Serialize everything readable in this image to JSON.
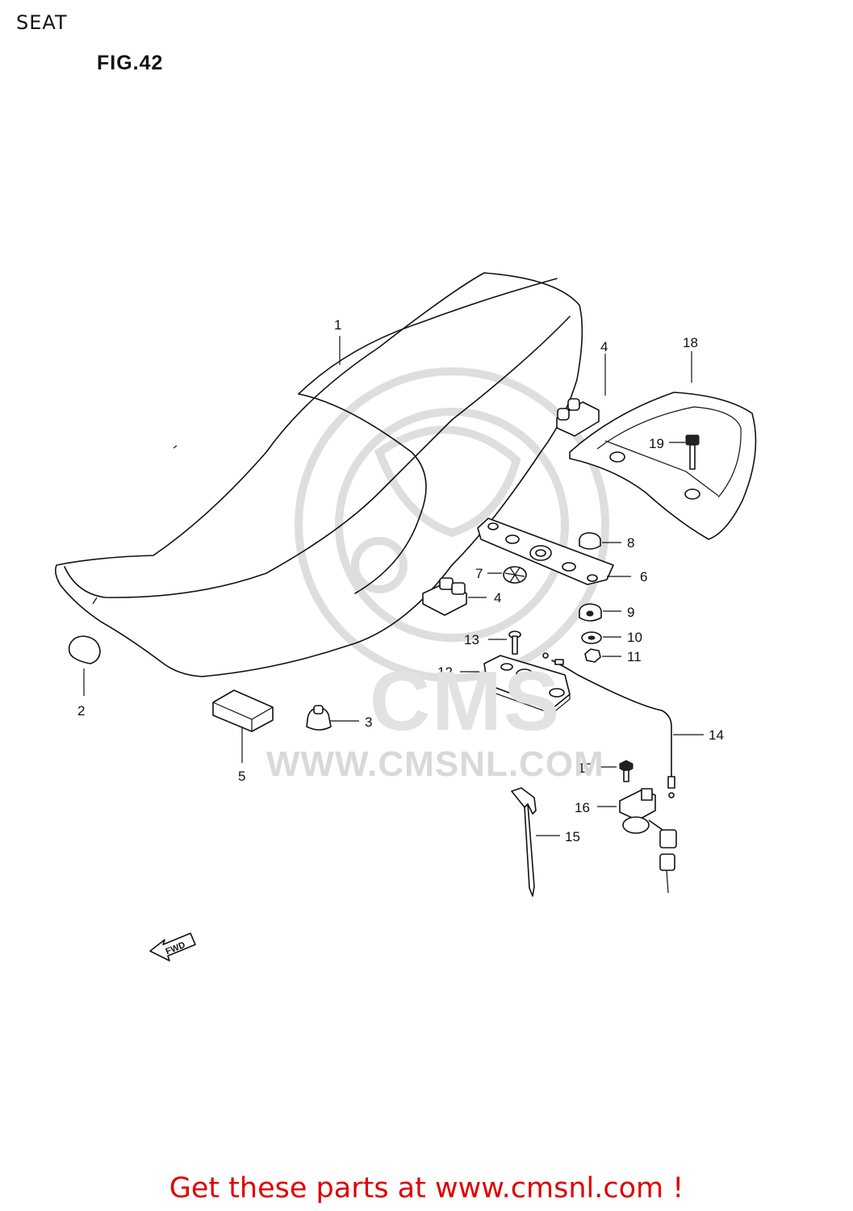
{
  "page": {
    "section_title": "SEAT",
    "figure_label": "FIG.42",
    "watermark_brand": "CMS",
    "watermark_url": "WWW.CMSNL.COM",
    "footer_text": "Get these parts at www.cmsnl.com !",
    "footer_color": "#e00000"
  },
  "direction_arrow": {
    "label": "FWD"
  },
  "callouts": [
    {
      "id": "1",
      "text": "1"
    },
    {
      "id": "2",
      "text": "2"
    },
    {
      "id": "3",
      "text": "3"
    },
    {
      "id": "4a",
      "text": "4"
    },
    {
      "id": "4b",
      "text": "4"
    },
    {
      "id": "5",
      "text": "5"
    },
    {
      "id": "6",
      "text": "6"
    },
    {
      "id": "7",
      "text": "7"
    },
    {
      "id": "8",
      "text": "8"
    },
    {
      "id": "9",
      "text": "9"
    },
    {
      "id": "10",
      "text": "10"
    },
    {
      "id": "11",
      "text": "11"
    },
    {
      "id": "12",
      "text": "12"
    },
    {
      "id": "13",
      "text": "13"
    },
    {
      "id": "14",
      "text": "14"
    },
    {
      "id": "15",
      "text": "15"
    },
    {
      "id": "16",
      "text": "16"
    },
    {
      "id": "17",
      "text": "17"
    },
    {
      "id": "18",
      "text": "18"
    },
    {
      "id": "19",
      "text": "19"
    }
  ]
}
